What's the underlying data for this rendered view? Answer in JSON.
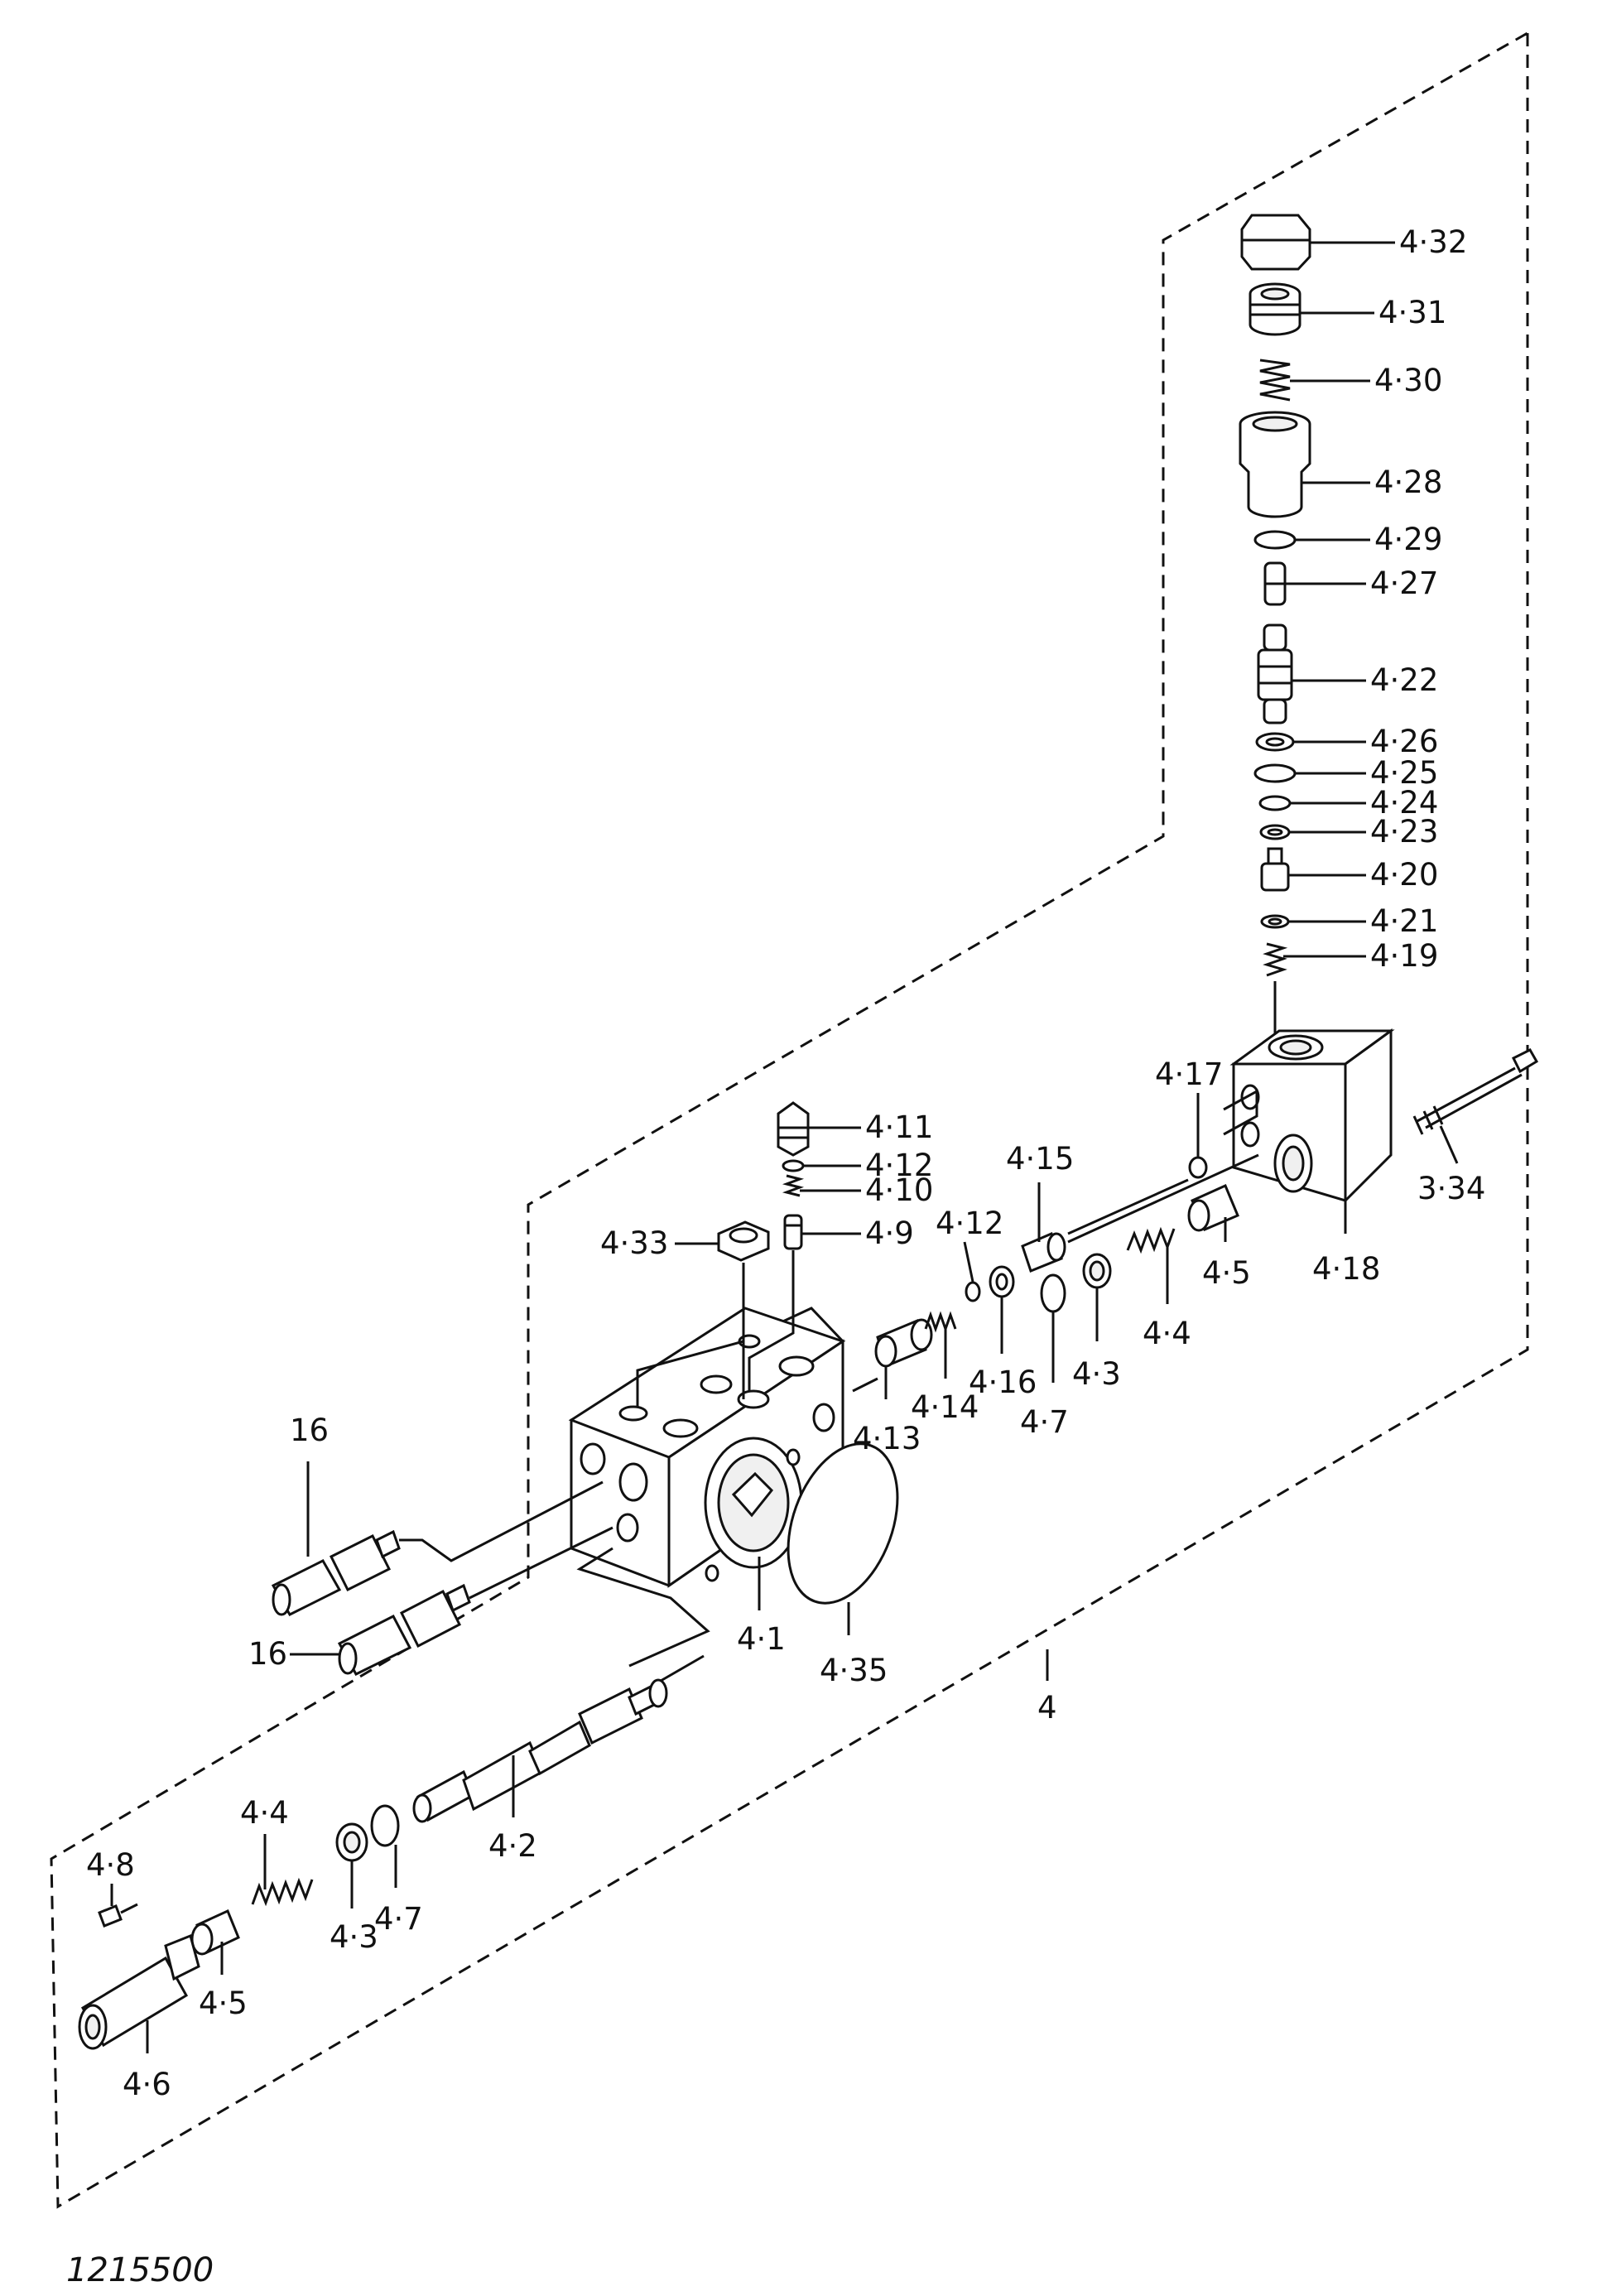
{
  "figure_id": "1215500",
  "callouts": {
    "c4_32": "4·32",
    "c4_31": "4·31",
    "c4_30": "4·30",
    "c4_28": "4·28",
    "c4_29": "4·29",
    "c4_27": "4·27",
    "c4_22": "4·22",
    "c4_26": "4·26",
    "c4_25": "4·25",
    "c4_24": "4·24",
    "c4_23": "4·23",
    "c4_20": "4·20",
    "c4_21": "4·21",
    "c4_19": "4·19",
    "c4_17": "4·17",
    "c3_34": "3·34",
    "c4_18": "4·18",
    "c4_11": "4·11",
    "c4_12a": "4·12",
    "c4_10": "4·10",
    "c4_9": "4·9",
    "c4_33": "4·33",
    "c4_15": "4·15",
    "c4_12b": "4·12",
    "c4_16": "4·16",
    "c4_14": "4·14",
    "c4_13": "4·13",
    "c4_7a": "4·7",
    "c4_3a": "4·3",
    "c4_4a": "4·4",
    "c4_5a": "4·5",
    "c16a": "16",
    "c16b": "16",
    "c4_1": "4·1",
    "c4_35": "4·35",
    "c4": "4",
    "c4_2": "4·2",
    "c4_4b": "4·4",
    "c4_8": "4·8",
    "c4_3b": "4·3",
    "c4_7b": "4·7",
    "c4_5b": "4·5",
    "c4_6": "4·6"
  }
}
